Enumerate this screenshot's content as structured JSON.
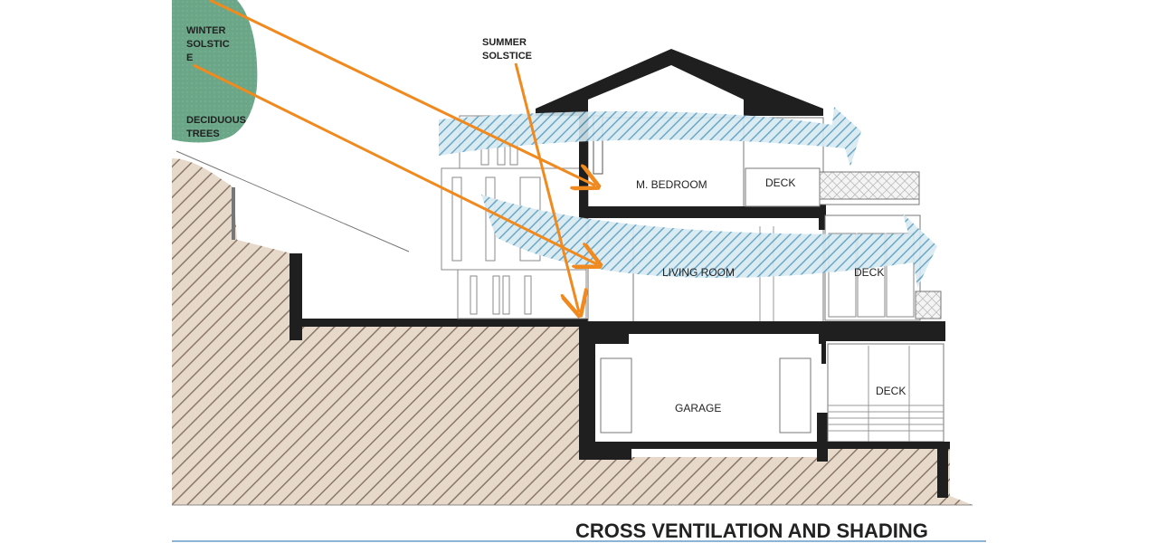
{
  "labels": {
    "winter_line1": "WINTER",
    "winter_line2": "SOLSTIC",
    "winter_line3": "E",
    "summer_line1": "SUMMER",
    "summer_line2": "SOLSTICE",
    "trees_line1": "DECIDUOUS",
    "trees_line2": "TREES",
    "bedroom": "M. BEDROOM",
    "deck_upper": "DECK",
    "living": "LIVING ROOM",
    "deck_middle": "DECK",
    "garage": "GARAGE",
    "deck_lower": "DECK"
  },
  "title": "CROSS VENTILATION AND SHADING",
  "colors": {
    "sun_ray": "#F08A1E",
    "airflow": "#6FA9C8",
    "tree": "#5E9E7E",
    "ground": "#D8C6B4",
    "structure": "#1F1F1F",
    "title_line": "#8FB3D3"
  }
}
